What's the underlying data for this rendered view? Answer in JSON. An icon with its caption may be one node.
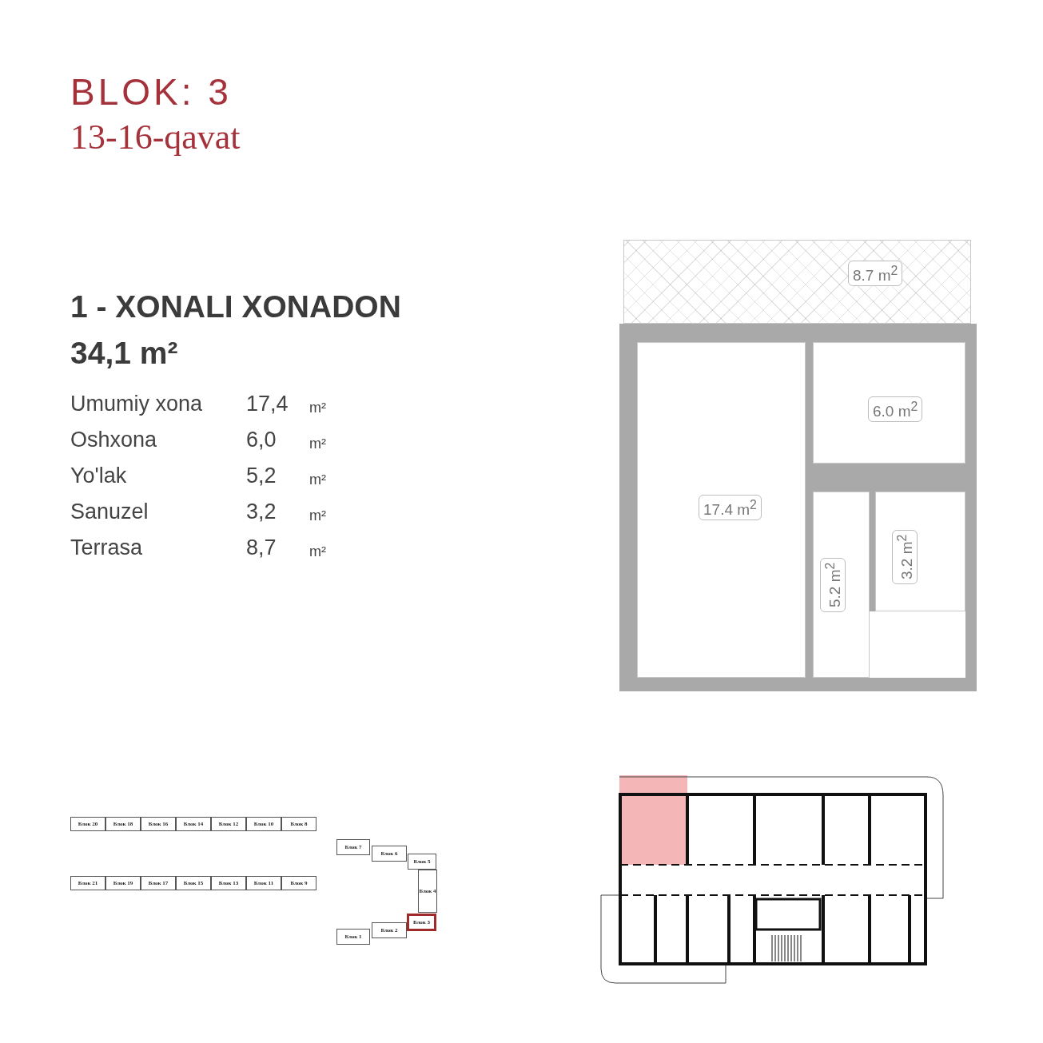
{
  "diagram": {
    "title": "BLOK: 3",
    "nodes": [
      {
        "text": [
          "8.7 m$^{2}$"
        ]
      },
      {
        "text": [
          "17.4 m$^{2}$"
        ]
      },
      {
        "text": [
          "6.0 m$^{2}$"
        ]
      },
      {
        "text": [
          "5.2 m$^{2}$"
        ]
      },
      {
        "text": [
          "3.2 m$^{2}$"
        ]
      },
      {
        "text": [
          "Блок 20"
        ]
      },
      {
        "text": [
          "Блок 18"
        ]
      },
      {
        "text": [
          "Блок 16"
        ]
      },
      {
        "text": [
          "Блок 14"
        ]
      },
      {
        "text": [
          "Блок 12"
        ]
      },
      {
        "text": [
          "Блок 10"
        ]
      },
      {
        "text": [
          "Блок 8"
        ]
      },
      {
        "text": [
          "Блок 7"
        ]
      },
      {
        "text": [
          "Блок 6"
        ]
      },
      {
        "text": [
          "Блок 5"
        ]
      },
      {
        "text": [
          "Блок 21"
        ]
      },
      {
        "text": [
          "Блок 19"
        ]
      },
      {
        "text": [
          "Блок 17"
        ]
      },
      {
        "text": [
          "Блок 15"
        ]
      },
      {
        "text": [
          "Блок 13"
        ]
      },
      {
        "text": [
          "Блок 11"
        ]
      },
      {
        "text": [
          "Блок 9"
        ]
      },
      {
        "text": [
          "Блок 4"
        ]
      },
      {
        "text": [
          "Блок 3"
        ]
      },
      {
        "text": [
          "Блок 2"
        ]
      },
      {
        "text": [
          "Блок 1"
        ]
      }
    ],
    "labels": [
      "13-16-qavat",
      "1 - XONALI XONADON",
      "34,1 m²",
      "Umumiy xona",
      "17,4",
      "m²",
      "Oshxona",
      "6,0",
      "m²",
      "Yo'lak",
      "5,2",
      "m²",
      "Sanuzel",
      "3,2",
      "m²",
      "Terrasa",
      "8,7",
      "m²"
    ]
  }
}
